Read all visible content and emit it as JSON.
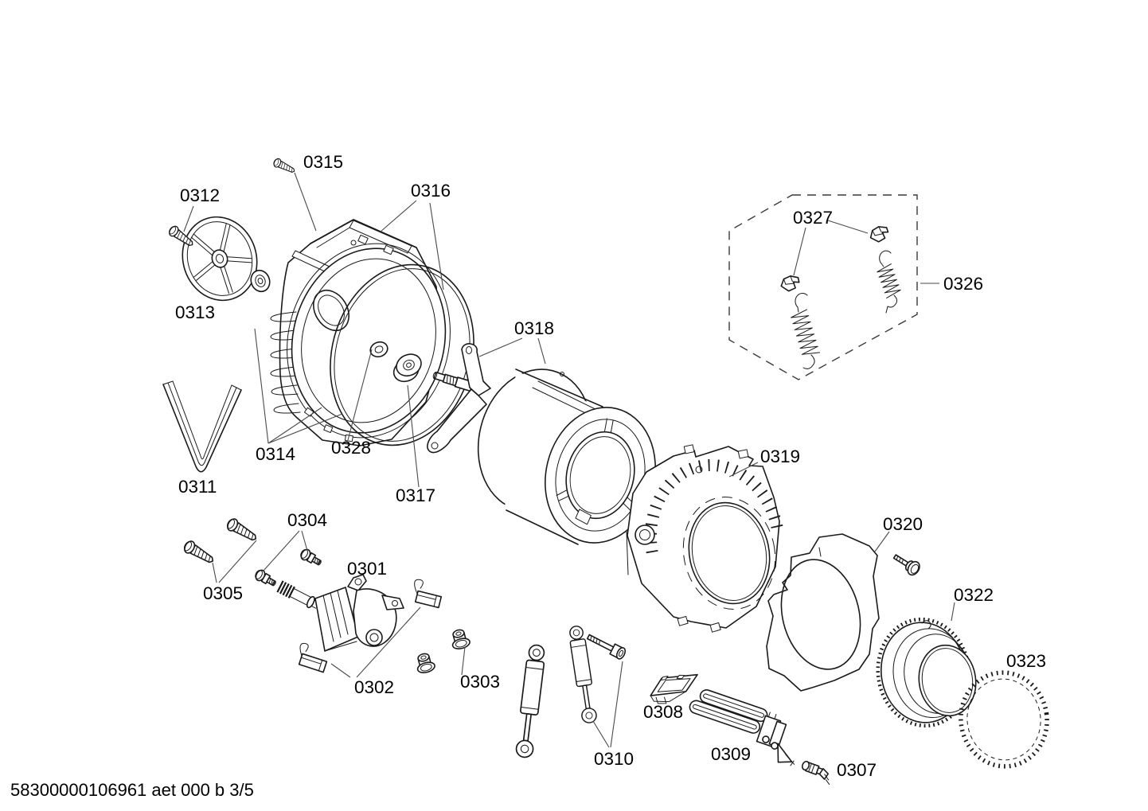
{
  "doc": {
    "footer": "58300000106961 aet 000 b 3/5"
  },
  "labels": {
    "p0301": "0301",
    "p0302": "0302",
    "p0303": "0303",
    "p0304": "0304",
    "p0305": "0305",
    "p0307": "0307",
    "p0308": "0308",
    "p0309": "0309",
    "p0310": "0310",
    "p0311": "0311",
    "p0312": "0312",
    "p0313": "0313",
    "p0314": "0314",
    "p0315": "0315",
    "p0316": "0316",
    "p0317": "0317",
    "p0318": "0318",
    "p0319": "0319",
    "p0320": "0320",
    "p0322": "0322",
    "p0323": "0323",
    "p0326": "0326",
    "p0327": "0327",
    "p0328": "0328"
  },
  "colors": {
    "line": "#1a1a1a",
    "leader": "#4a4a4a",
    "background": "#ffffff"
  }
}
